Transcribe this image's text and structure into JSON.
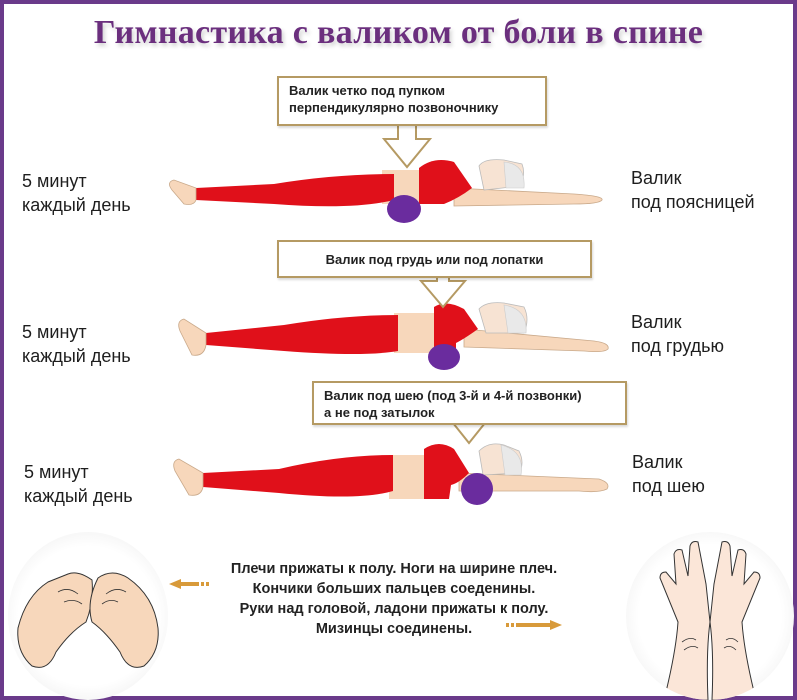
{
  "title": "Гимнастика с валиком от боли в спине",
  "colors": {
    "frame": "#6a3a8a",
    "title": "#6b2f7e",
    "callout_border": "#b59a63",
    "clothing": "#e0101a",
    "skin": "#f7d7bb",
    "roller": "#6a2c9e",
    "arrow": "#d89a3a"
  },
  "exercises": [
    {
      "callout": [
        "Валик четко под пупком",
        "перпендикулярно позвоночнику"
      ],
      "duration": [
        "5 минут",
        "каждый день"
      ],
      "position": [
        "Валик",
        "под поясницей"
      ],
      "roller_position": "lower-back"
    },
    {
      "callout": [
        "Валик под грудь или под лопатки"
      ],
      "duration": [
        "5 минут",
        "каждый день"
      ],
      "position": [
        "Валик",
        "под грудью"
      ],
      "roller_position": "chest"
    },
    {
      "callout": [
        "Валик под шею (под 3-й и 4-й позвонки)",
        "а не под затылок"
      ],
      "duration": [
        "5 минут",
        "каждый день"
      ],
      "position": [
        "Валик",
        "под шею"
      ],
      "roller_position": "neck"
    }
  ],
  "instructions": [
    "Плечи прижаты к полу. Ноги на ширине плеч.",
    "Кончики больших пальцев соеденины.",
    "Руки над головой, ладони прижаты к полу.",
    "Мизинцы соединены."
  ],
  "illustrations": {
    "left": "feet-icon",
    "right": "palms-icon"
  }
}
